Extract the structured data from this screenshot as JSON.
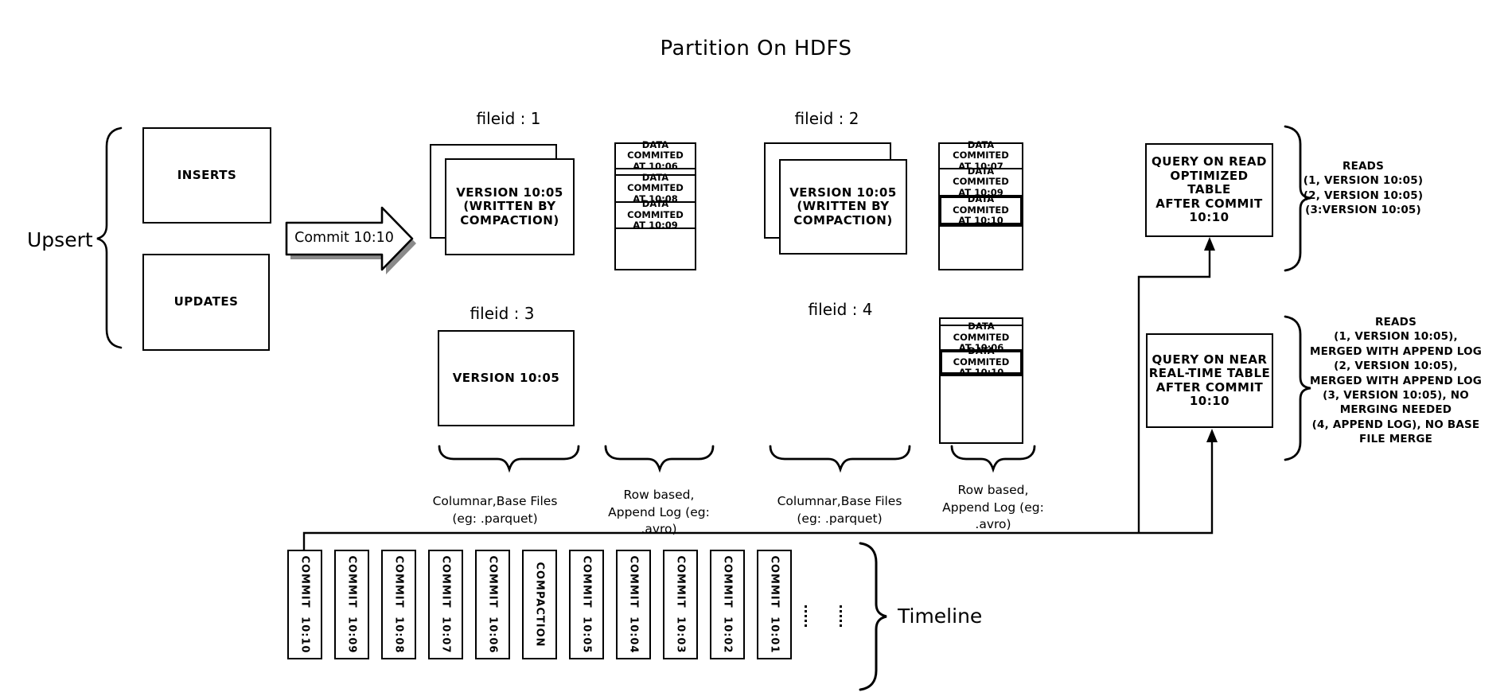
{
  "title": "Partition On HDFS",
  "upsert": {
    "label": "Upsert",
    "inserts": "INSERTS",
    "updates": "UPDATES"
  },
  "commit": {
    "label": "Commit 10:10"
  },
  "files": {
    "f1": {
      "title": "fileid : 1",
      "base": [
        "VERSION 10:05",
        "(WRITTEN BY",
        "COMPACTION)"
      ]
    },
    "f2": {
      "title": "fileid : 2",
      "base": [
        "VERSION 10:05",
        "(WRITTEN BY",
        "COMPACTION)"
      ]
    },
    "f3": {
      "title": "fileid : 3",
      "base": [
        "VERSION 10:05"
      ]
    },
    "f4": {
      "title": "fileid : 4"
    }
  },
  "logs": {
    "log1": {
      "cells": [
        {
          "label": "DATA COMMITED\nAT 10:06",
          "h": 32
        },
        {
          "thin": true,
          "h": 8
        },
        {
          "label": "DATA COMMITED\nAT 10:08",
          "h": 34
        },
        {
          "label": "DATA COMMITED\nAT 10:09",
          "h": 33
        }
      ]
    },
    "log2": {
      "cells": [
        {
          "label": "DATA COMMITED\nAT 10:07",
          "h": 32
        },
        {
          "label": "DATA COMMITED\nAT 10:09",
          "h": 34
        },
        {
          "label": "DATA COMMITED\nAT 10:10",
          "h": 38,
          "bold": true
        }
      ]
    },
    "log4": {
      "cells": [
        {
          "thin": true,
          "h": 9
        },
        {
          "label": "DATA COMMITED\nAT 10:06",
          "h": 31
        },
        {
          "label": "DATA COMMITED\nAT 10:10",
          "h": 32,
          "bold": true
        }
      ]
    }
  },
  "legend": {
    "columnar1": [
      "Columnar,Base Files",
      "(eg: .parquet)"
    ],
    "row1": [
      "Row based,",
      "Append Log  (eg:",
      ".avro)"
    ],
    "columnar2": [
      "Columnar,Base Files",
      "(eg: .parquet)"
    ],
    "row2": [
      "Row based,",
      "Append Log  (eg:",
      ".avro)"
    ]
  },
  "queries": {
    "read_optimized": {
      "label": [
        "QUERY ON READ",
        "OPTIMIZED TABLE",
        "AFTER COMMIT",
        "10:10"
      ],
      "reads": [
        "READS",
        "(1, VERSION 10:05)",
        "(2, VERSION 10:05)",
        "(3:VERSION 10:05)"
      ]
    },
    "near_real_time": {
      "label": [
        "QUERY ON NEAR",
        "REAL-TIME TABLE",
        "AFTER COMMIT",
        "10:10"
      ],
      "reads": [
        "READS",
        "(1, VERSION 10:05),",
        "MERGED WITH APPEND LOG",
        "(2, VERSION 10:05),",
        "MERGED WITH APPEND LOG",
        "(3, VERSION 10:05), NO",
        "MERGING NEEDED",
        "(4, APPEND LOG), NO BASE",
        "FILE MERGE"
      ]
    }
  },
  "timeline": {
    "label": "Timeline",
    "entries": [
      "COMMIT 10:10",
      "COMMIT 10:09",
      "COMMIT 10:08",
      "COMMIT 10:07",
      "COMMIT 10:06",
      "COMPACTION",
      "COMMIT 10:05",
      "COMMIT 10:04",
      "COMMIT 10:03",
      "COMMIT 10:02",
      "COMMIT 10:01"
    ]
  },
  "colors": {
    "ink": "#000000",
    "paper": "#ffffff",
    "shadow": "#8a8a8a"
  }
}
